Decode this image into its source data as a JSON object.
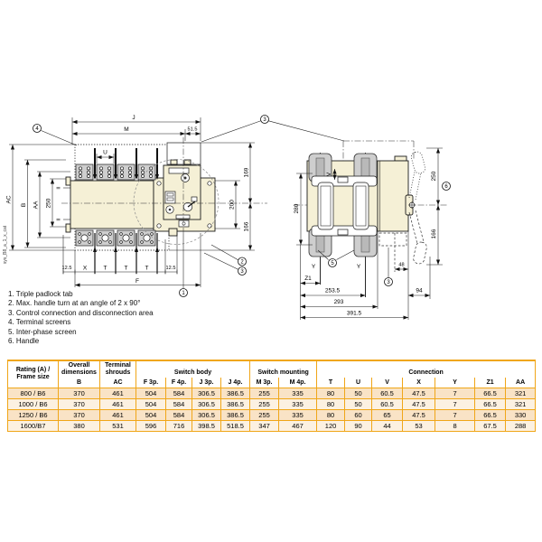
{
  "watermark": "sys_B8_a_1_x_cat",
  "front": {
    "j": "J",
    "m": "M",
    "n515": "51.5",
    "u": "U",
    "ac": "AC",
    "b": "B",
    "aa": "AA",
    "n250": "250",
    "ii": "II",
    "n125": "12.5",
    "x": "X",
    "t": "T",
    "f": "F",
    "n169": "169",
    "n200": "200",
    "n166": "166"
  },
  "side": {
    "n280": "280",
    "v": "V",
    "y": "Y",
    "z1": "Z1",
    "n2535": "253.5",
    "n293": "293",
    "n3915": "391.5",
    "n48": "48",
    "n94": "94",
    "n250": "250",
    "n166": "166"
  },
  "callouts": {
    "c1": "1",
    "c2": "2",
    "c3": "3",
    "c4": "4",
    "c5": "5",
    "c6": "6"
  },
  "notes": {
    "items": [
      "1. Triple padlock tab",
      "2. Max. handle turn at an angle of 2 x 90°",
      "3. Control connection and disconnection area",
      "4. Terminal screens",
      "5. Inter-phase screen",
      "6. Handle"
    ]
  },
  "table": {
    "header": {
      "rating_line1": "Rating (A) /",
      "rating_line2": "Frame size",
      "overall_line1": "Overall",
      "overall_line2": "dimensions",
      "overall_sub": "B",
      "terminal_line1": "Terminal",
      "terminal_line2": "shrouds",
      "terminal_sub": "AC",
      "switch_body": "Switch body",
      "switch_body_subs": [
        "F 3p.",
        "F 4p.",
        "J 3p.",
        "J 4p."
      ],
      "switch_mounting": "Switch mounting",
      "switch_mounting_subs": [
        "M 3p.",
        "M 4p."
      ],
      "connection": "Connection",
      "connection_subs": [
        "T",
        "U",
        "V",
        "X",
        "Y",
        "Z1",
        "AA"
      ]
    },
    "rows": [
      [
        "800 / B6",
        "370",
        "461",
        "504",
        "584",
        "306.5",
        "386.5",
        "255",
        "335",
        "80",
        "50",
        "60.5",
        "47.5",
        "7",
        "66.5",
        "321"
      ],
      [
        "1000 / B6",
        "370",
        "461",
        "504",
        "584",
        "306.5",
        "386.5",
        "255",
        "335",
        "80",
        "50",
        "60.5",
        "47.5",
        "7",
        "66.5",
        "321"
      ],
      [
        "1250 / B6",
        "370",
        "461",
        "504",
        "584",
        "306.5",
        "386.5",
        "255",
        "335",
        "80",
        "60",
        "65",
        "47.5",
        "7",
        "66.5",
        "330"
      ],
      [
        "1600/B7",
        "380",
        "531",
        "596",
        "716",
        "398.5",
        "518.5",
        "347",
        "467",
        "120",
        "90",
        "44",
        "53",
        "8",
        "67.5",
        "288"
      ]
    ]
  }
}
